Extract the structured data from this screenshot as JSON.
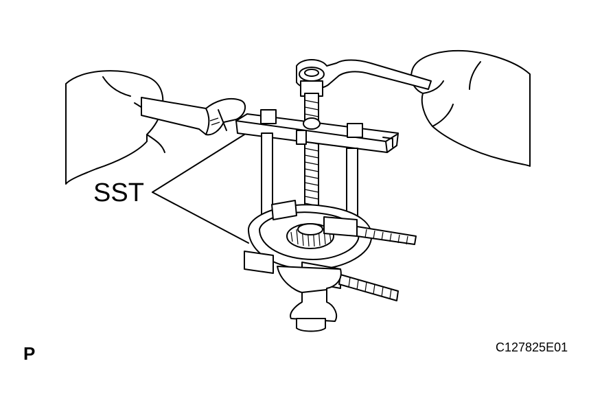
{
  "callout": {
    "label": "SST"
  },
  "corner_mark": "P",
  "figure_id": "C127825E01",
  "colors": {
    "line": "#000000",
    "background": "#ffffff"
  },
  "icons": [
    "hand-left-illustration",
    "hand-right-illustration",
    "adjustable-wrench-icon",
    "ring-wrench-icon",
    "bearing-puller-icon",
    "differential-case-icon"
  ]
}
